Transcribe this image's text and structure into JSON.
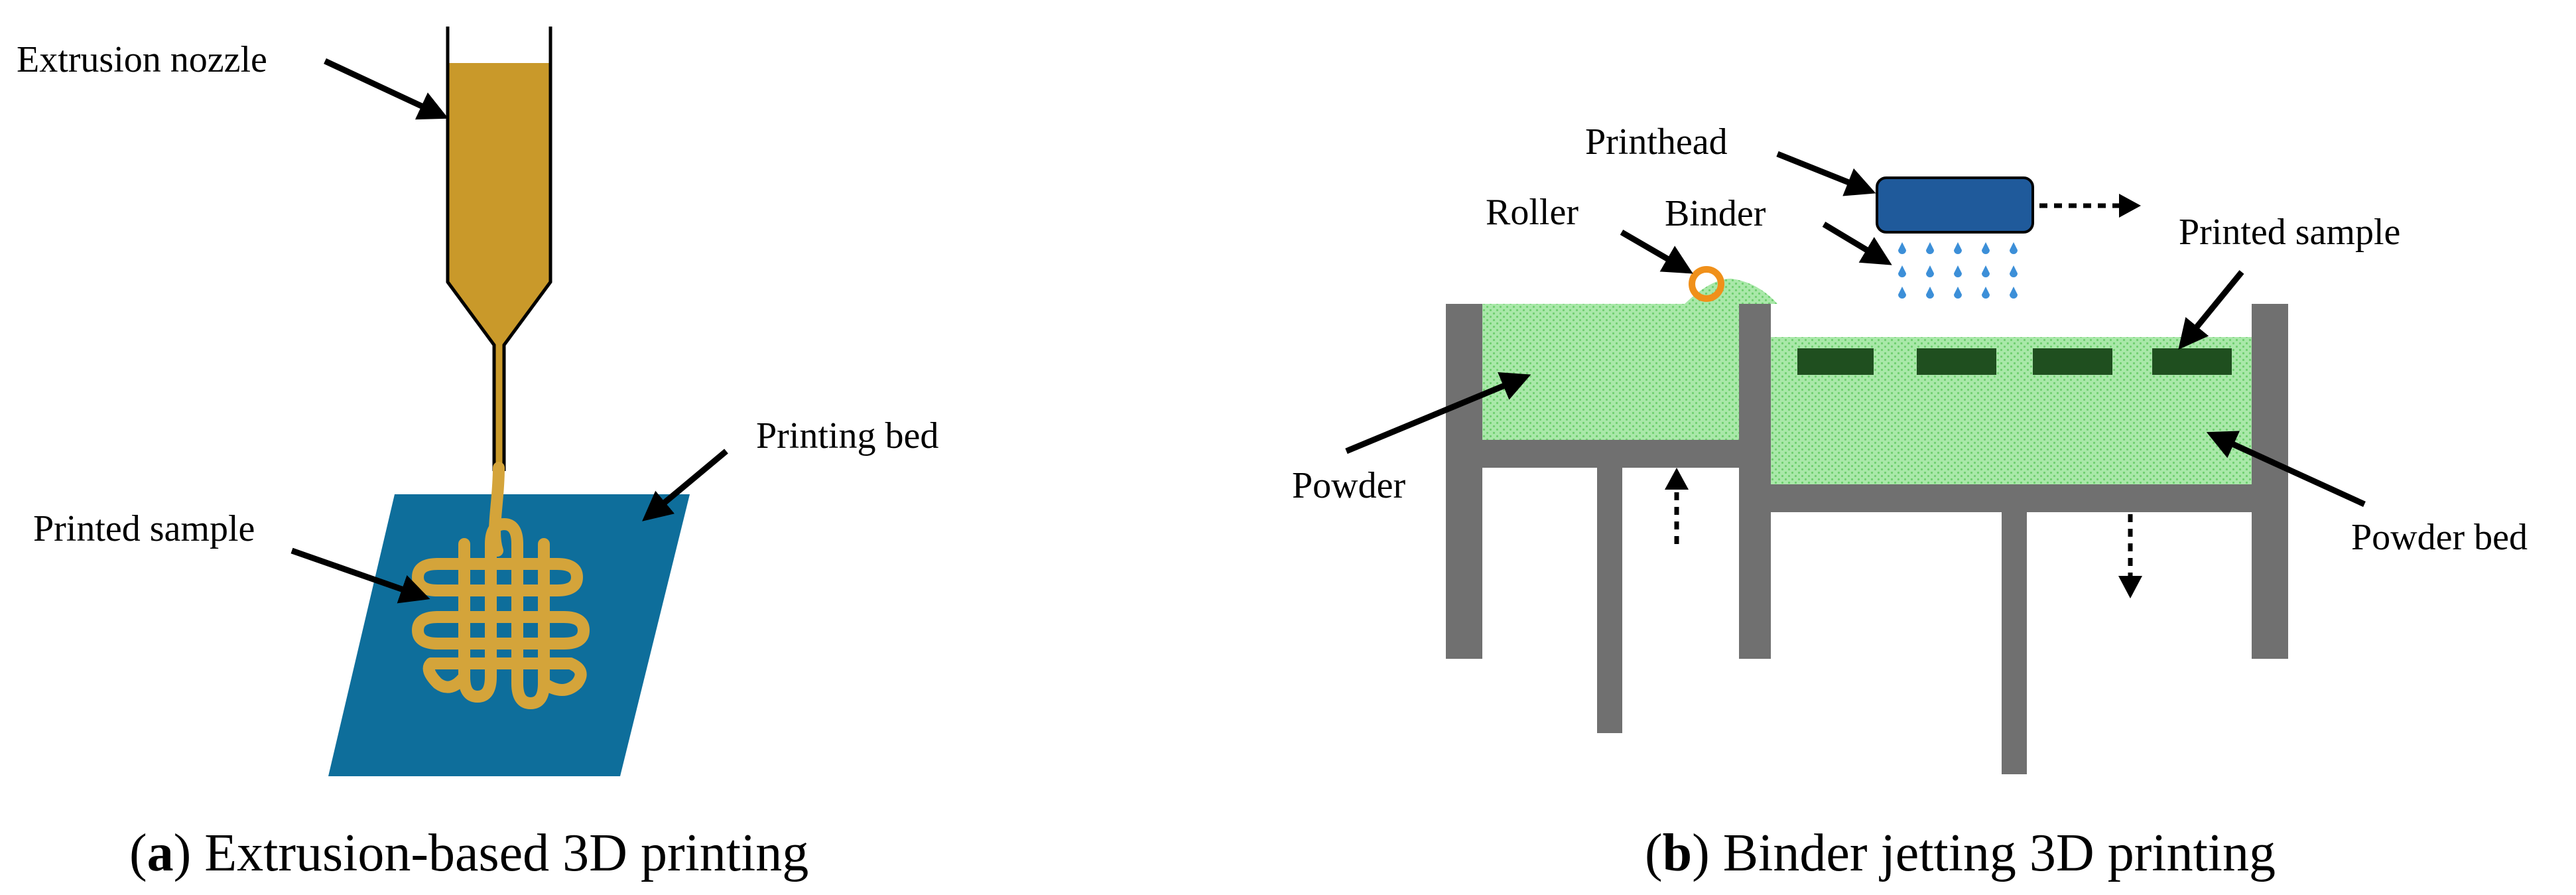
{
  "panel_a": {
    "labels": {
      "extrusion_nozzle": "Extrusion nozzle",
      "printing_bed": "Printing bed",
      "printed_sample": "Printed sample"
    },
    "caption": {
      "letter": "a",
      "text": ") Extrusion-based 3D printing"
    }
  },
  "panel_b": {
    "labels": {
      "printhead": "Printhead",
      "roller": "Roller",
      "binder": "Binder",
      "printed_sample": "Printed sample",
      "powder": "Powder",
      "powder_bed": "Powder bed"
    },
    "caption": {
      "letter": "b",
      "text": ") Binder jetting 3D printing"
    }
  },
  "colors": {
    "nozzle": "#C9992A",
    "nozzle_outline": "#000000",
    "bed": "#0E6E9B",
    "filament": "#D4A43A",
    "powder": "#8EE08E",
    "frame": "#707070",
    "printed_part": "#1F4F1F",
    "printhead": "#1F5A9B",
    "drops": "#3C8FD8",
    "roller": "#F0901A"
  }
}
